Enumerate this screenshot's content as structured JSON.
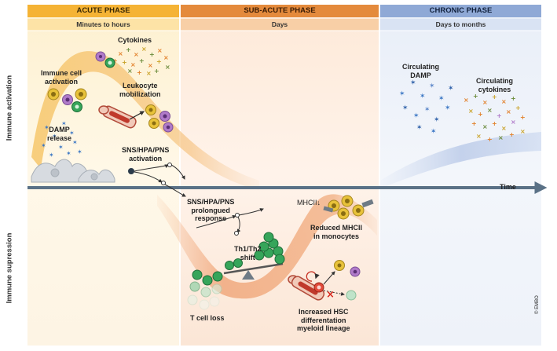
{
  "phases": {
    "acute": {
      "title": "ACUTE PHASE",
      "duration": "Minutes to hours"
    },
    "subacute": {
      "title": "SUB-ACUTE PHASE",
      "duration": "Days"
    },
    "chronic": {
      "title": "CHRONIC PHASE",
      "duration": "Days to months"
    }
  },
  "axis": {
    "time": "Time"
  },
  "rows": {
    "activation": "Immune activation",
    "suppression": "Immune supression"
  },
  "labels": {
    "cytokines": "Cytokines",
    "immune_cell_activation": "Immune cell\nactivation",
    "leukocyte_mobilization": "Leukocyte\nmobilization",
    "damp_release": "DAMP\nrelease",
    "sns_activation": "SNS/HPA/PNS\nactivation",
    "sns_prolonged": "SNS/HPA/PNS\nprolongued\nresponse",
    "mhcii": "MHCII↓",
    "reduced_mhcii": "Reduced MHCII\nin monocytes",
    "th_shift": "Th1/Th2\nshift",
    "t_cell_loss": "T cell loss",
    "hsc": "Increased HSC\ndifferentation\nmyeloid lineage",
    "circulating_damp": "Circulating\nDAMP",
    "circulating_cytokines": "Circulating\ncytokines"
  },
  "credit": "© EMBO",
  "colors": {
    "acute_header": "#f5b335",
    "subacute_header": "#e48a3c",
    "chronic_header": "#8fa9d6",
    "acute_sub": "#fde3a6",
    "subacute_sub": "#f8cfa6",
    "chronic_sub": "#d9e3f3",
    "axis": "#5a7186"
  }
}
